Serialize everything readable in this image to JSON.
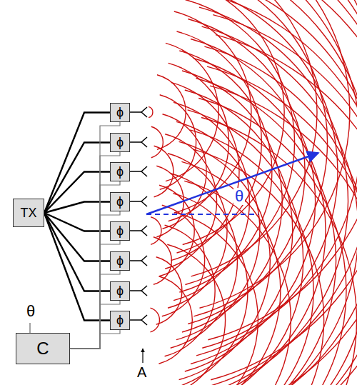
{
  "diagram": {
    "nodes": [
      {
        "text": [
          "TX"
        ]
      },
      {
        "text": [
          "ϕ"
        ]
      },
      {
        "text": [
          "ϕ"
        ]
      },
      {
        "text": [
          "ϕ"
        ]
      },
      {
        "text": [
          "ϕ"
        ]
      },
      {
        "text": [
          "ϕ"
        ]
      },
      {
        "text": [
          "ϕ"
        ]
      },
      {
        "text": [
          "ϕ"
        ]
      },
      {
        "text": [
          "ϕ"
        ]
      },
      {
        "text": [
          "C"
        ]
      }
    ],
    "edges": [
      {
        "from": 0,
        "to": 1,
        "arrow": "none"
      },
      {
        "from": 0,
        "to": 2,
        "arrow": "none"
      },
      {
        "from": 0,
        "to": 3,
        "arrow": "none"
      },
      {
        "from": 0,
        "to": 4,
        "arrow": "none"
      },
      {
        "from": 0,
        "to": 5,
        "arrow": "none"
      },
      {
        "from": 0,
        "to": 6,
        "arrow": "none"
      },
      {
        "from": 0,
        "to": 7,
        "arrow": "none"
      },
      {
        "from": 0,
        "to": 8,
        "arrow": "none"
      },
      {
        "from": 9,
        "to": 1,
        "arrow": "none"
      },
      {
        "from": 9,
        "to": 2,
        "arrow": "none"
      },
      {
        "from": 9,
        "to": 3,
        "arrow": "none"
      },
      {
        "from": 9,
        "to": 4,
        "arrow": "none"
      },
      {
        "from": 9,
        "to": 5,
        "arrow": "none"
      },
      {
        "from": 9,
        "to": 6,
        "arrow": "none"
      },
      {
        "from": 9,
        "to": 7,
        "arrow": "none"
      },
      {
        "from": 9,
        "to": 8,
        "arrow": "none"
      }
    ],
    "labels": [
      "θ",
      "θ",
      "A"
    ]
  }
}
